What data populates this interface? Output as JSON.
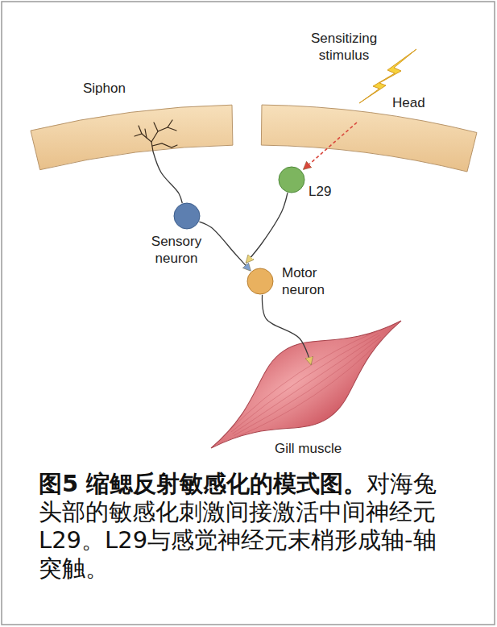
{
  "diagram": {
    "title": "图5 缩鳃反射敏感化的模式图。",
    "caption": "对海兔头部的敏感化刺激间接激活中间神经元L29。L29与感觉神经元末梢形成轴-轴突触。",
    "nodes": [
      {
        "text": [
          "Siphon"
        ]
      },
      {
        "text": [
          "Head"
        ]
      },
      {
        "text": [
          "L29"
        ]
      },
      {
        "text": [
          "Sensory neuron"
        ]
      },
      {
        "text": [
          "Motor neuron"
        ]
      },
      {
        "text": [
          "Gill muscle"
        ]
      }
    ],
    "edges": [
      {
        "from": 0,
        "to": 3,
        "arrow": "none"
      },
      {
        "from": 3,
        "to": 4,
        "arrow": "to"
      },
      {
        "from": 2,
        "to": 4,
        "arrow": "to"
      },
      {
        "from": 4,
        "to": 5,
        "arrow": "to"
      },
      {
        "from": 1,
        "to": 2,
        "arrow": "to"
      }
    ],
    "labels": [
      "Sensitizing stimulus"
    ]
  }
}
